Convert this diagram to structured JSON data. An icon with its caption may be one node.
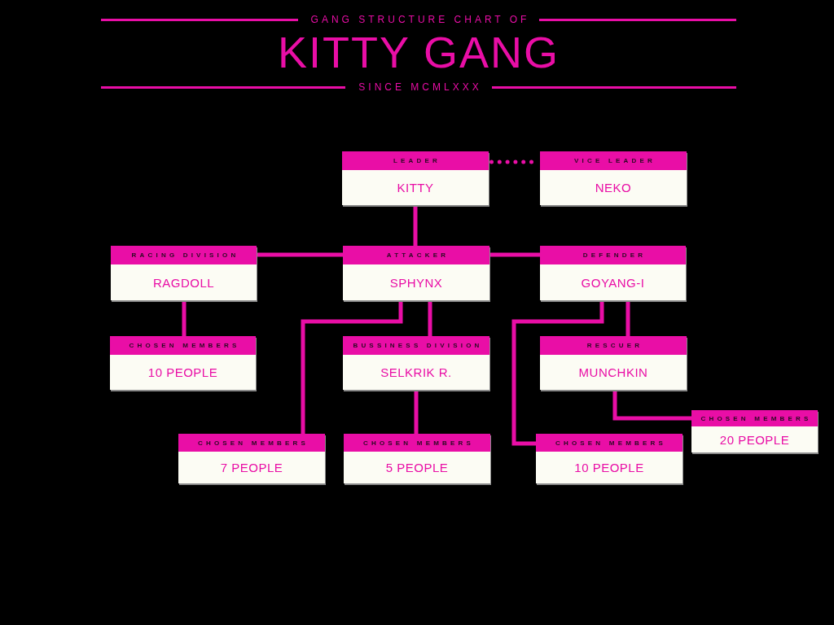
{
  "diagram": {
    "title": "KITTY GANG",
    "nodes": [
      {
        "text": [
          "LEADER",
          "KITTY"
        ]
      },
      {
        "text": [
          "VICE LEADER",
          "NEKO"
        ]
      },
      {
        "text": [
          "RACING DIVISION",
          "RAGDOLL"
        ]
      },
      {
        "text": [
          "ATTACKER",
          "SPHYNX"
        ]
      },
      {
        "text": [
          "DEFENDER",
          "GOYANG-I"
        ]
      },
      {
        "text": [
          "CHOSEN MEMBERS",
          "10 PEOPLE"
        ]
      },
      {
        "text": [
          "BUSSINESS DIVISION",
          "SELKRIK R."
        ]
      },
      {
        "text": [
          "RESCUER",
          "MUNCHKIN"
        ]
      },
      {
        "text": [
          "CHOSEN MEMBERS",
          "20 PEOPLE"
        ]
      },
      {
        "text": [
          "CHOSEN MEMBERS",
          "7 PEOPLE"
        ]
      },
      {
        "text": [
          "CHOSEN MEMBERS",
          "5 PEOPLE"
        ]
      },
      {
        "text": [
          "CHOSEN MEMBERS",
          "10 PEOPLE"
        ]
      }
    ],
    "edges": [
      {
        "from": 0,
        "to": 1,
        "arrow": "none",
        "style": "dashed"
      },
      {
        "from": 0,
        "to": 3,
        "arrow": "none"
      },
      {
        "from": 3,
        "to": 2,
        "arrow": "none"
      },
      {
        "from": 3,
        "to": 4,
        "arrow": "none"
      },
      {
        "from": 2,
        "to": 5,
        "arrow": "none"
      },
      {
        "from": 3,
        "to": 9,
        "arrow": "none"
      },
      {
        "from": 3,
        "to": 6,
        "arrow": "none"
      },
      {
        "from": 6,
        "to": 10,
        "arrow": "none"
      },
      {
        "from": 4,
        "to": 11,
        "arrow": "none"
      },
      {
        "from": 4,
        "to": 7,
        "arrow": "none"
      },
      {
        "from": 7,
        "to": 8,
        "arrow": "none"
      }
    ],
    "labels": [
      "GANG STRUCTURE CHART OF",
      "SINCE MCMLXXX"
    ]
  }
}
